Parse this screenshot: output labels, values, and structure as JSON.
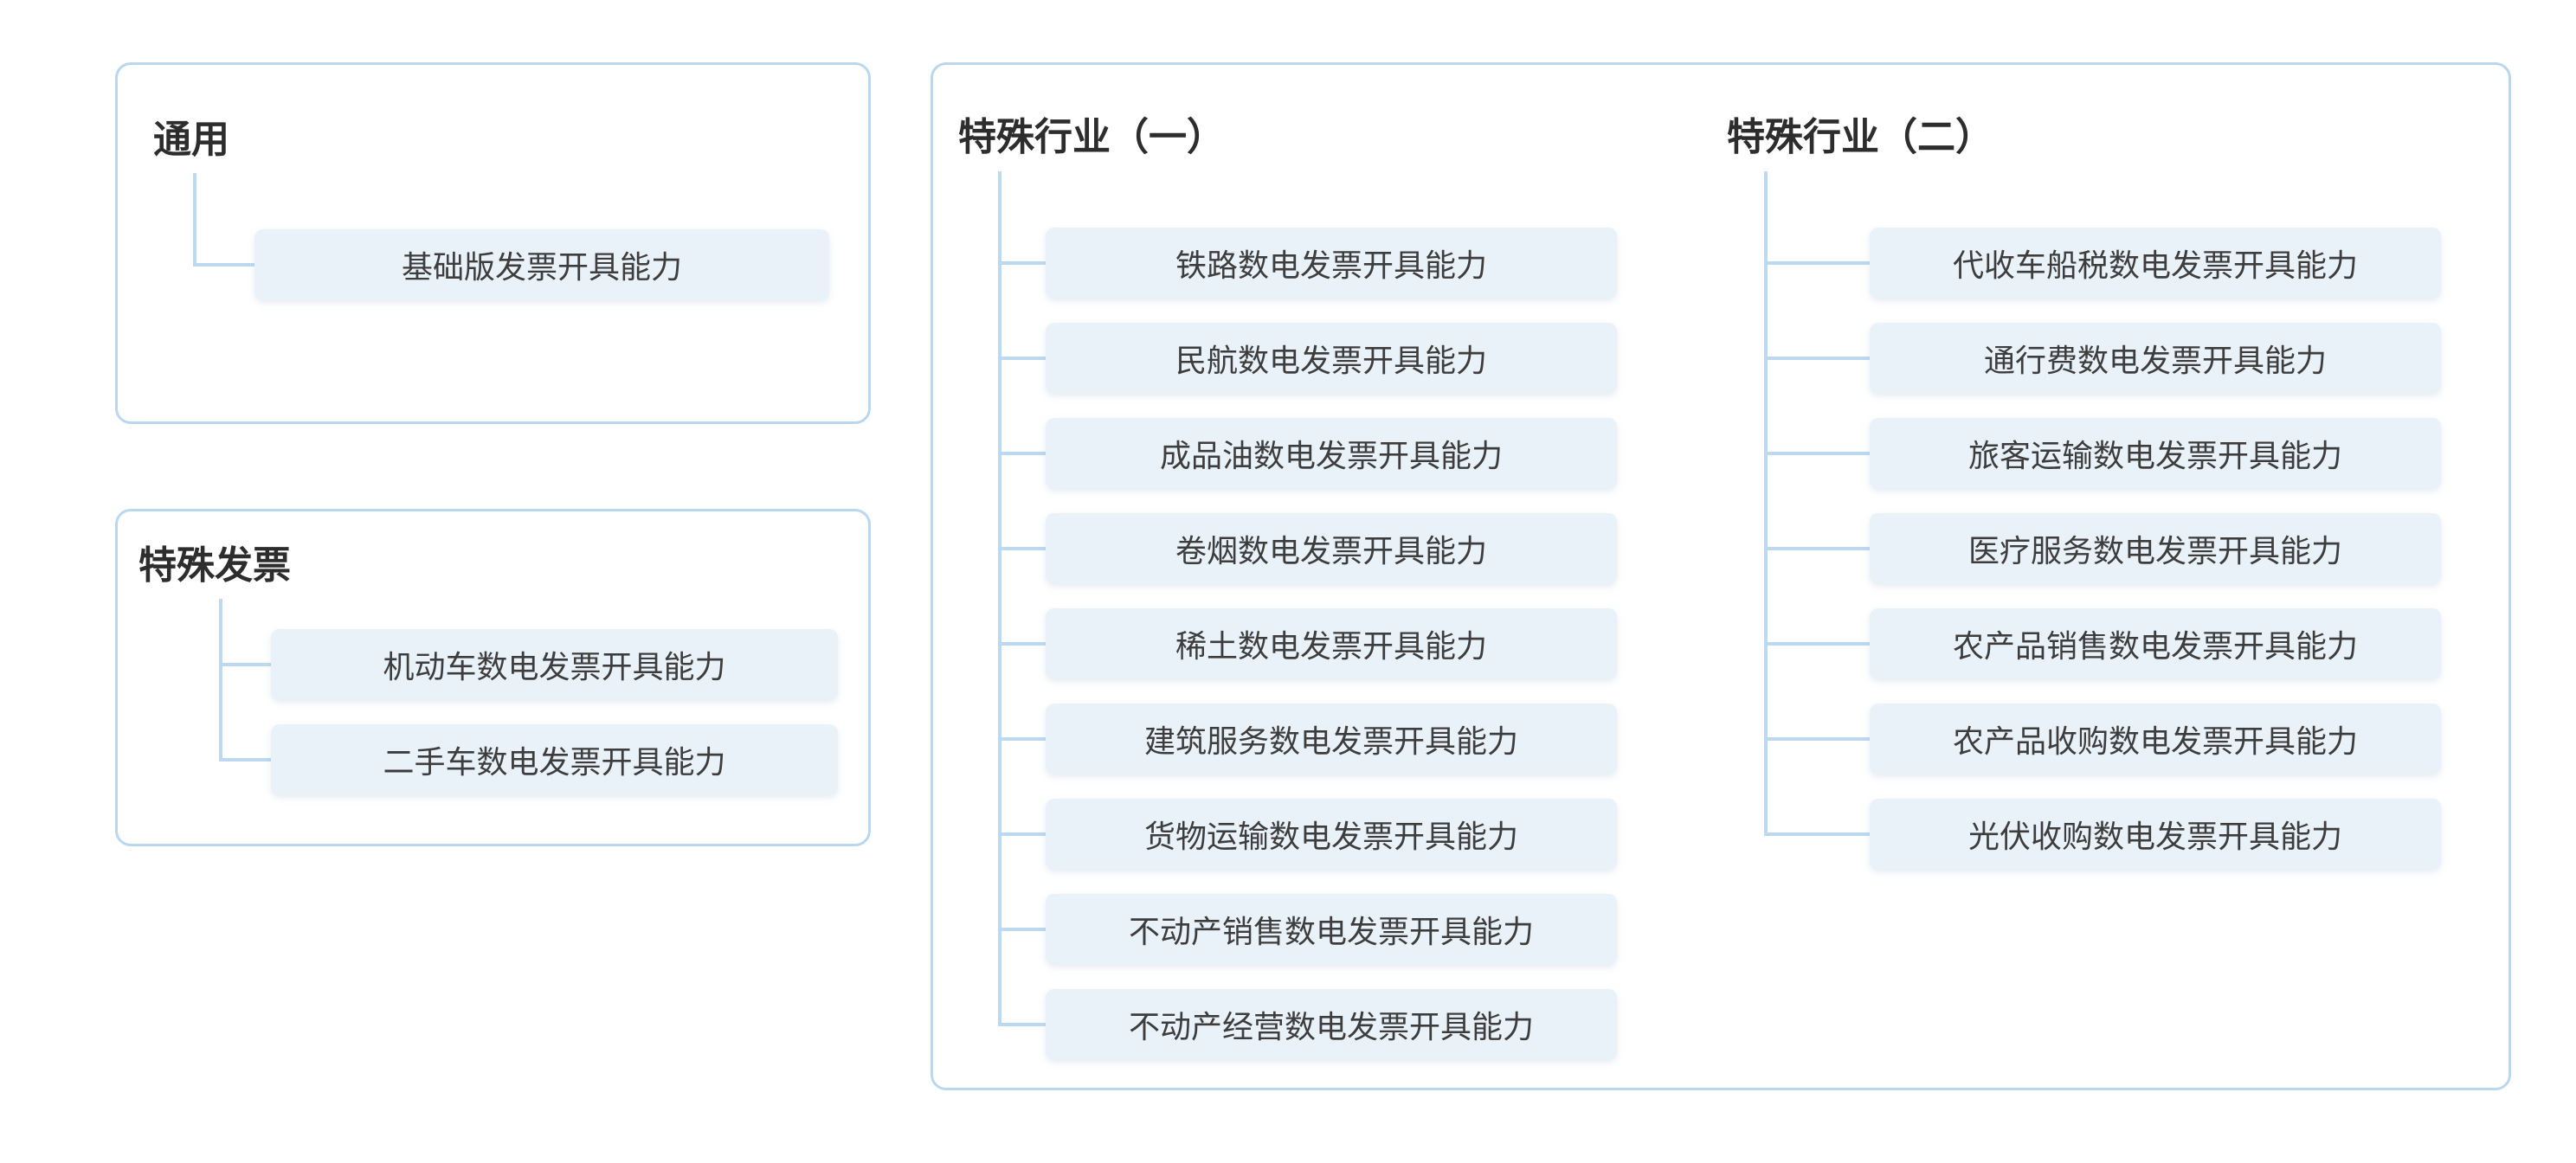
{
  "page": {
    "background": "#ffffff"
  },
  "colors": {
    "box_border": "#b9d7ef",
    "pill_background": "#e9f1f9",
    "pill_text": "#3d3d3d",
    "title_text": "#2d2d2d",
    "connector": "#bdd9f0"
  },
  "groups": [
    {
      "id": "general",
      "title": "通用",
      "children": [
        "基础版发票开具能力"
      ]
    },
    {
      "id": "special-invoice",
      "title": "特殊发票",
      "children": [
        "机动车数电发票开具能力",
        "二手车数电发票开具能力"
      ]
    },
    {
      "id": "special-industry-1",
      "title": "特殊行业（一）",
      "children": [
        "铁路数电发票开具能力",
        "民航数电发票开具能力",
        "成品油数电发票开具能力",
        "卷烟数电发票开具能力",
        "稀土数电发票开具能力",
        "建筑服务数电发票开具能力",
        "货物运输数电发票开具能力",
        "不动产销售数电发票开具能力",
        "不动产经营数电发票开具能力"
      ]
    },
    {
      "id": "special-industry-2",
      "title": "特殊行业（二）",
      "children": [
        "代收车船税数电发票开具能力",
        "通行费数电发票开具能力",
        "旅客运输数电发票开具能力",
        "医疗服务数电发票开具能力",
        "农产品销售数电发票开具能力",
        "农产品收购数电发票开具能力",
        "光伏收购数电发票开具能力"
      ]
    }
  ]
}
